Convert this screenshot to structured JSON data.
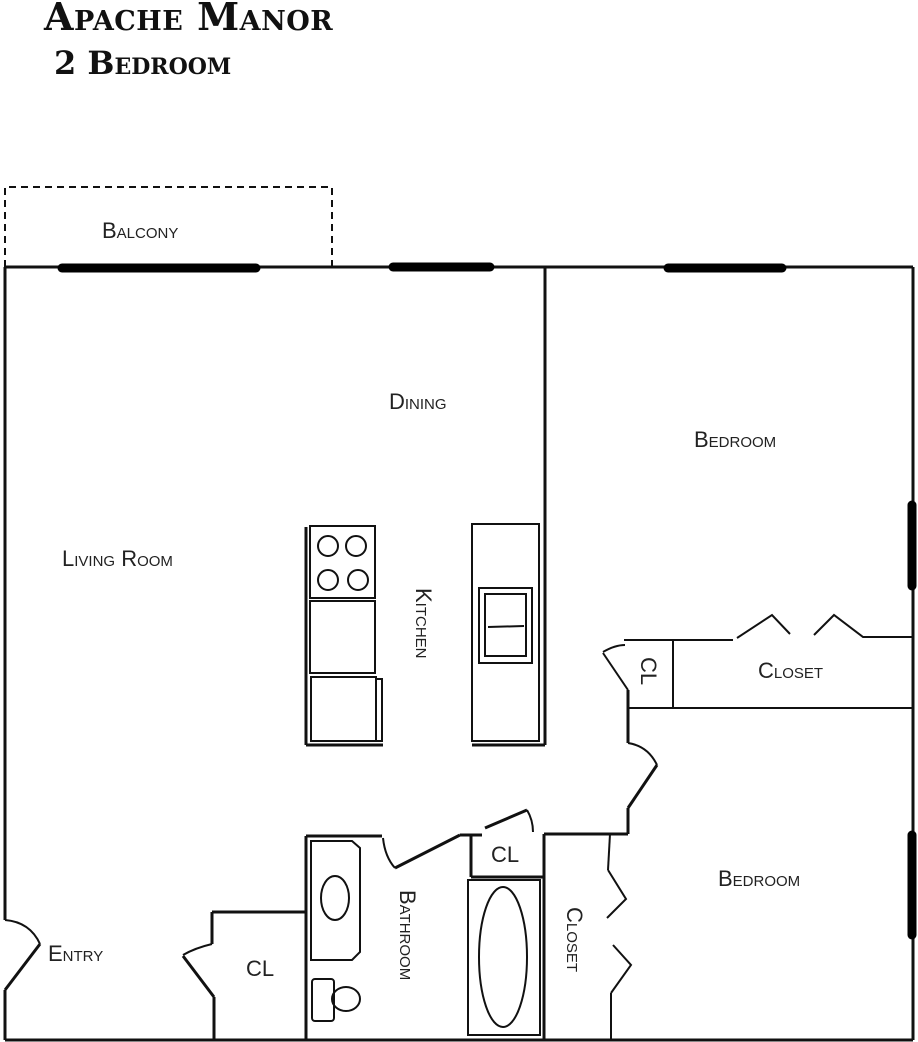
{
  "header": {
    "title": "Apache Manor",
    "subtitle": "2 Bedroom"
  },
  "rooms": {
    "balcony": "Balcony",
    "dining": "Dining",
    "living_room": "Living Room",
    "kitchen": "Kitchen",
    "bedroom_1": "Bedroom",
    "closet_1": "Closet",
    "cl_1": "CL",
    "bedroom_2": "Bedroom",
    "closet_2": "Closet",
    "cl_2": "CL",
    "bathroom": "Bathroom",
    "entry": "Entry",
    "cl_3": "CL"
  },
  "colors": {
    "line": "#111111",
    "background": "#ffffff"
  }
}
